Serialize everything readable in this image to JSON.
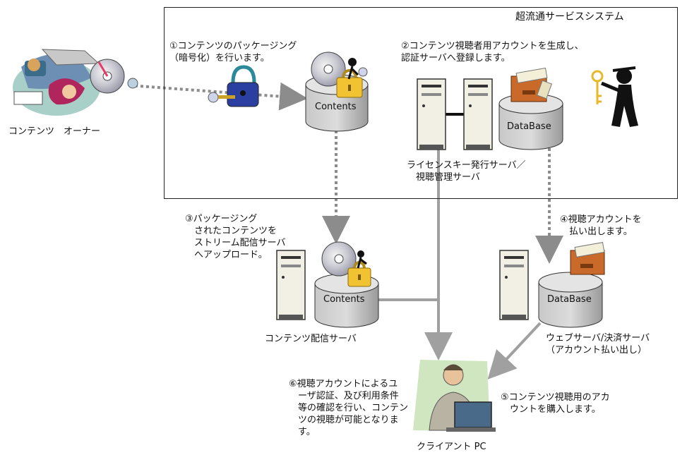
{
  "system_title": "超流通サービスシステム",
  "owner": {
    "label": "コンテンツ　オーナー"
  },
  "db_labels": {
    "contents_top": "Contents",
    "contents_mid": "Contents",
    "database_top": "DataBase",
    "database_mid": "DataBase"
  },
  "captions": {
    "license_server": "ライセンスキー発行サーバ／\n　視聴管理サーバ",
    "distribution_server": "コンテンツ配信サーバ",
    "web_server": "ウェブサーバ/決済サーバ\n（アカウント払い出し）",
    "client_pc": "クライアント PC"
  },
  "steps": {
    "s1": "①コンテンツのパッケージング\n（暗号化）を行います。",
    "s2": "②コンテンツ視聴者用アカウントを生成し、\n認証サーバへ登録します。",
    "s3": "③パッケージング\n　されたコンテンツを\n　ストリーム配信サーバ\n　へアップロード。",
    "s4": "④視聴アカウントを\n　払い出します。",
    "s5": "⑤コンテンツ視聴用のアカ\n　ウントを購入します。",
    "s6": "⑥視聴アカウントによるユ\n　ーザ認証、及び利用条件\n　等の確認を行い、コンテン\n　ツの視聴が可能となりま\n　す。"
  }
}
